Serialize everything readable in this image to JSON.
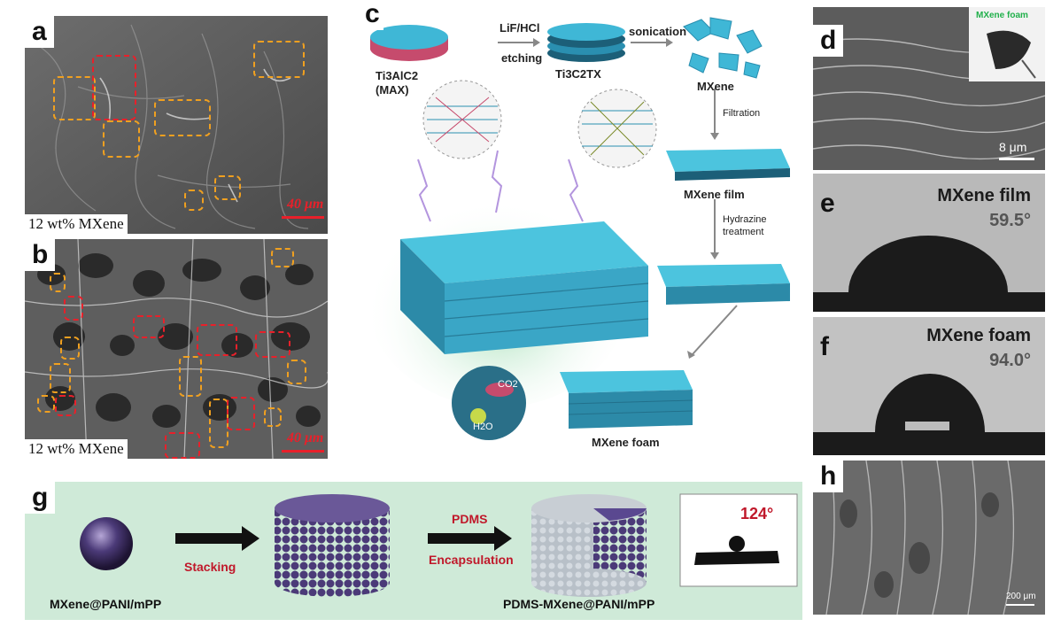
{
  "panels": {
    "a": {
      "label": "a",
      "caption": "12 wt% MXene",
      "scale": "40 μm"
    },
    "b": {
      "label": "b",
      "caption": "12 wt% MXene",
      "scale": "40 μm"
    },
    "c": {
      "label": "c",
      "max_label_line1": "Ti3AlC2",
      "max_label_line2": "(MAX)",
      "etch_line1": "LiF/HCl",
      "etch_line2": "etching",
      "tc_label": "Ti3C2TX",
      "sonication": "sonication",
      "mxene": "MXene",
      "filtration": "Filtration",
      "film": "MXene film",
      "hydrazine_line1": "Hydrazine",
      "hydrazine_line2": "treatment",
      "co2": "CO2",
      "h2o": "H2O",
      "foam": "MXene foam"
    },
    "d": {
      "label": "d",
      "inset": "MXene foam",
      "scale": "8 μm"
    },
    "e": {
      "label": "e",
      "title": "MXene film",
      "angle": "59.5°"
    },
    "f": {
      "label": "f",
      "title": "MXene foam",
      "angle": "94.0°"
    },
    "g": {
      "label": "g",
      "stacking": "Stacking",
      "pdms": "PDMS",
      "encapsulation": "Encapsulation",
      "left_label": "MXene@PANI/mPP",
      "right_label": "PDMS-MXene@PANI/mPP",
      "angle": "124°"
    },
    "h": {
      "label": "h",
      "scale": "200 μm"
    }
  },
  "colors": {
    "accent_red": "#e8202a",
    "box_orange": "#f0a020",
    "panel_g_bg": "#cfead8",
    "mxene_cyan": "#3fb7d6"
  }
}
